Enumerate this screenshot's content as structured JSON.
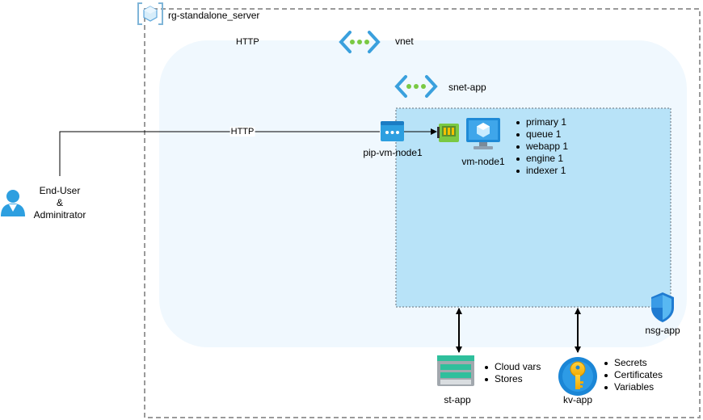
{
  "resource_group": {
    "label": "rg-standalone_server"
  },
  "vnet": {
    "label": "vnet",
    "protocol_label": "HTTP"
  },
  "subnet": {
    "label": "snet-app"
  },
  "public_ip": {
    "label": "pip-vm-node1"
  },
  "connection": {
    "protocol_label": "HTTP"
  },
  "user": {
    "line1": "End-User",
    "line2": "&",
    "line3": "Adminitrator"
  },
  "vm": {
    "label": "vm-node1",
    "roles": [
      "primary 1",
      "queue 1",
      "webapp 1",
      "engine 1",
      "indexer 1"
    ]
  },
  "nsg": {
    "label": "nsg-app"
  },
  "storage": {
    "label": "st-app",
    "items": [
      "Cloud vars",
      "Stores"
    ]
  },
  "keyvault": {
    "label": "kv-app",
    "items": [
      "Secrets",
      "Certificates",
      "Variables"
    ]
  }
}
